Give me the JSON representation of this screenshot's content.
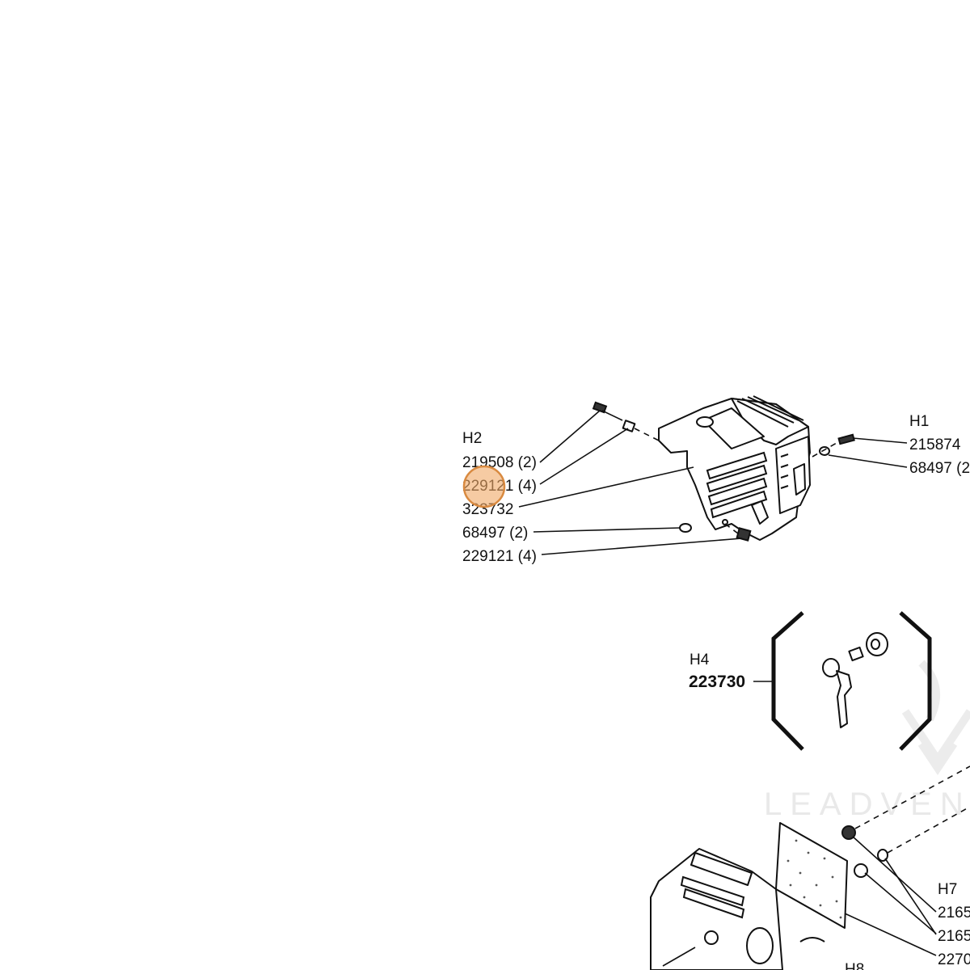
{
  "watermark": {
    "text": "LEADVEN"
  },
  "groups": {
    "h1": {
      "id": "H1",
      "parts": [
        "215874",
        "68497 (2"
      ]
    },
    "h2": {
      "id": "H2",
      "parts": [
        "219508 (2)",
        "229121 (4)",
        "323732",
        "68497 (2)",
        "229121 (4)"
      ]
    },
    "h4": {
      "id": "H4",
      "part": "223730"
    },
    "h7": {
      "id": "H7",
      "parts": [
        "2165",
        "2165",
        "2270"
      ]
    },
    "h8": {
      "id": "H8"
    }
  },
  "highlight": {
    "color": "#f0a866",
    "border": "#d98a40"
  }
}
